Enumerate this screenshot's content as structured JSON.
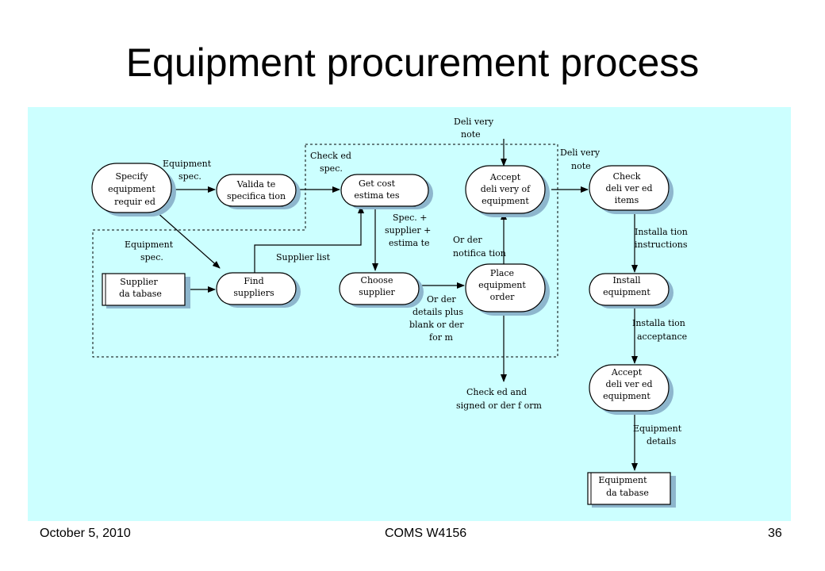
{
  "slide": {
    "title": "Equipment procurement process",
    "footer_date": "October 5, 2010",
    "footer_course": "COMS W4156",
    "footer_page": "36"
  },
  "colors": {
    "panel_background": "#ccffff",
    "node_shadow": "#8db6cd"
  },
  "processes": {
    "specify": [
      "Specify",
      "equipment",
      "requir ed"
    ],
    "validate": [
      "Valida te",
      "specifica tion"
    ],
    "get_cost": [
      "Get cost",
      "estima  tes"
    ],
    "accept_delivery": [
      "Accept",
      "deli very of",
      "equipment"
    ],
    "check_items": [
      "Check",
      "deli ver ed",
      "items"
    ],
    "find_suppliers": [
      "Find",
      "suppliers"
    ],
    "choose_supplier": [
      "Choose",
      "supplier"
    ],
    "place_order": [
      "Place",
      "equipment",
      "order"
    ],
    "install": [
      "Install",
      "equipment"
    ],
    "accept_installed": [
      "Accept",
      "deli ver ed",
      "equipment"
    ]
  },
  "stores": {
    "supplier_db": [
      "Supplier",
      "da tabase"
    ],
    "equipment_db": [
      "Equipment",
      "da tabase"
    ]
  },
  "flows": {
    "equipment_spec_1": [
      "Equipment",
      "spec."
    ],
    "checked_spec": [
      "Check ed",
      "spec."
    ],
    "delivery_note_top": [
      "Deli very",
      "note"
    ],
    "delivery_note_right": [
      "Deli very",
      "note"
    ],
    "equipment_spec_2": [
      "Equipment",
      "spec."
    ],
    "supplier_list": [
      "Supplier list"
    ],
    "spec_supplier_estimate": [
      "Spec. +",
      "supplier +",
      "estima   te"
    ],
    "order_notification": [
      "Or der",
      "notifica  tion"
    ],
    "order_details": [
      "Or der",
      "details plus",
      "blank or    der",
      "for m"
    ],
    "checked_signed_order": [
      "Check   ed and",
      "signed or    der f  orm"
    ],
    "installation_instructions": [
      "Installa tion",
      "instructions"
    ],
    "installation_acceptance": [
      "Installa tion",
      "acceptance"
    ],
    "equipment_details": [
      "Equipment",
      "details"
    ]
  }
}
